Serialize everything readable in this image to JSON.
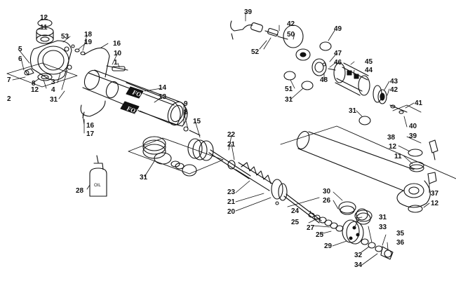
{
  "diagram": {
    "brand_text": "FOX",
    "oil_label": "OIL",
    "callouts": [
      "12",
      "11",
      "53",
      "5",
      "6",
      "7",
      "8",
      "12",
      "3",
      "4",
      "31",
      "2",
      "18",
      "19",
      "16",
      "10",
      "1",
      "14",
      "13",
      "9",
      "8",
      "15",
      "16",
      "17",
      "31",
      "28",
      "22",
      "21",
      "23",
      "21",
      "20",
      "39",
      "42",
      "50",
      "52",
      "49",
      "47",
      "46",
      "48",
      "45",
      "44",
      "51",
      "31",
      "43",
      "42",
      "41",
      "31",
      "40",
      "39",
      "38",
      "12",
      "11",
      "37",
      "12",
      "30",
      "26",
      "24",
      "25",
      "27",
      "25",
      "29",
      "31",
      "33",
      "32",
      "34",
      "35",
      "36"
    ]
  }
}
